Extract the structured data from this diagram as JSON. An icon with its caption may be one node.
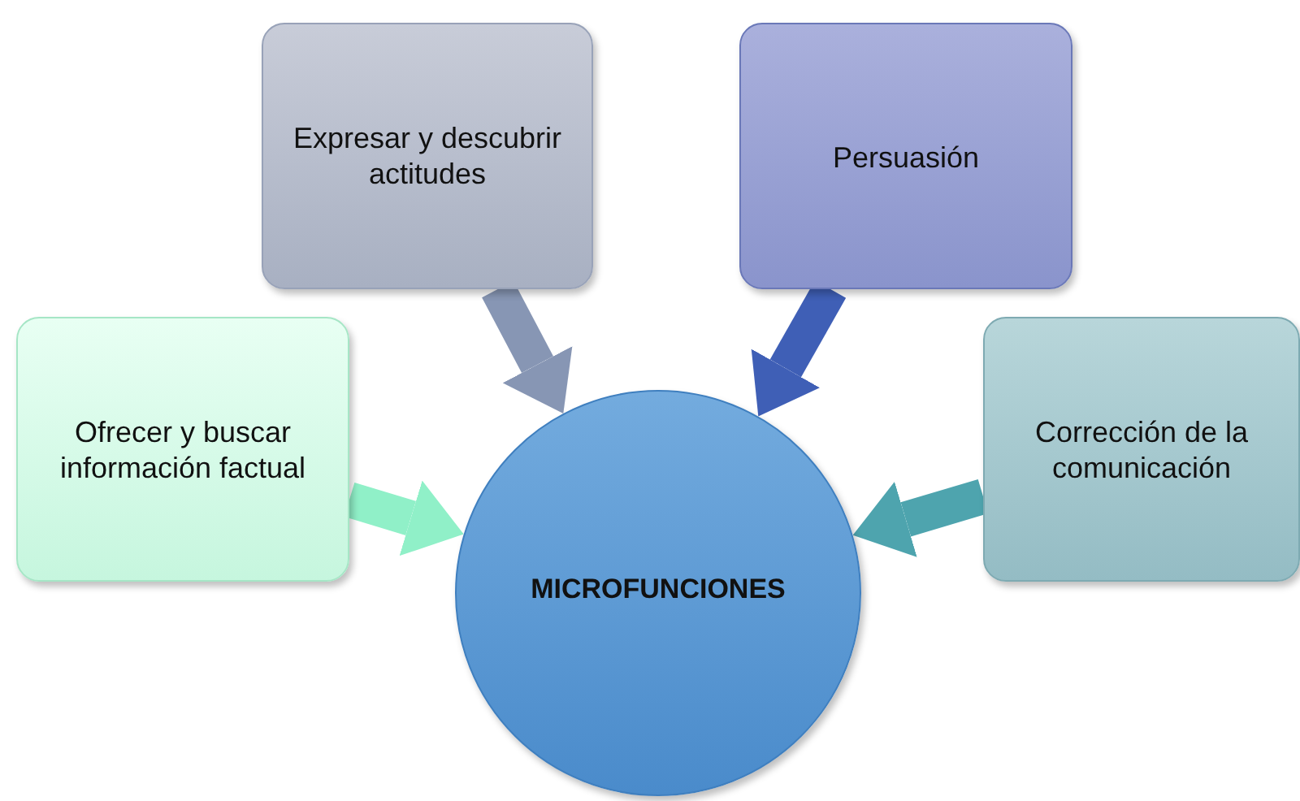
{
  "diagram": {
    "nodes": [
      {
        "text": [
          "Expresar y descubrir actitudes"
        ]
      },
      {
        "text": [
          "Persuasión"
        ]
      },
      {
        "text": [
          "Ofrecer y buscar información factual"
        ]
      },
      {
        "text": [
          "Corrección de la comunicación"
        ]
      },
      {
        "text": [
          "MICROFUNCIONES"
        ]
      }
    ],
    "edges": [
      {
        "from": 0,
        "to": 4,
        "arrow": "to",
        "color": "#8796b4"
      },
      {
        "from": 1,
        "to": 4,
        "arrow": "to",
        "color": "#3f5fb6"
      },
      {
        "from": 2,
        "to": 4,
        "arrow": "to",
        "color": "#90f0c8"
      },
      {
        "from": 3,
        "to": 4,
        "arrow": "to",
        "color": "#4ea4ae"
      }
    ]
  }
}
